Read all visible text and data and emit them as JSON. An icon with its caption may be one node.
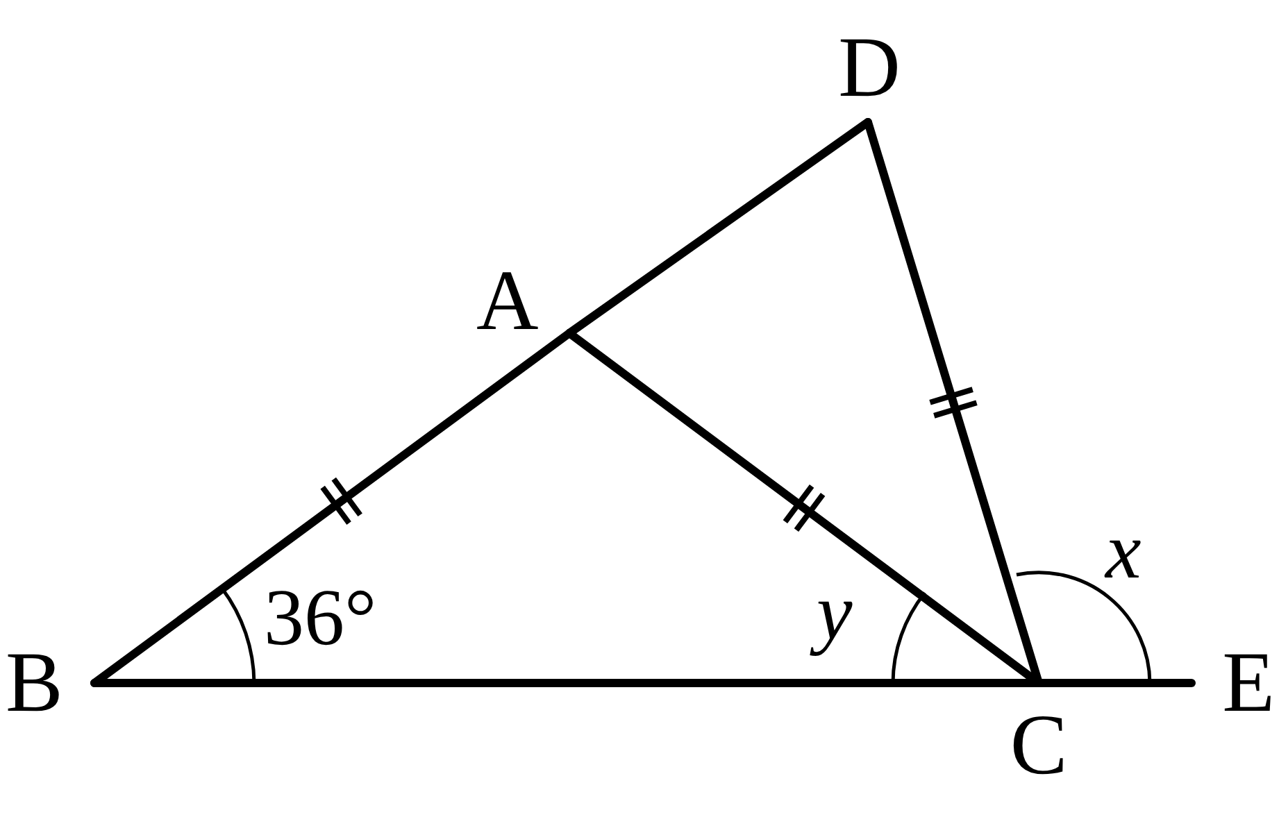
{
  "diagram": {
    "nodes": [
      {
        "text": [
          "D"
        ]
      },
      {
        "text": [
          "A"
        ]
      },
      {
        "text": [
          "B"
        ]
      },
      {
        "text": [
          "C"
        ]
      },
      {
        "text": [
          "E"
        ]
      }
    ],
    "edges": [
      {
        "from": 2,
        "to": 1,
        "arrow": "none"
      },
      {
        "from": 1,
        "to": 0,
        "arrow": "none"
      },
      {
        "from": 1,
        "to": 3,
        "arrow": "none"
      },
      {
        "from": 0,
        "to": 3,
        "arrow": "none"
      },
      {
        "from": 2,
        "to": 3,
        "arrow": "none"
      },
      {
        "from": 3,
        "to": 4,
        "arrow": "none"
      }
    ],
    "labels": [
      "36°",
      "y",
      "x"
    ]
  }
}
